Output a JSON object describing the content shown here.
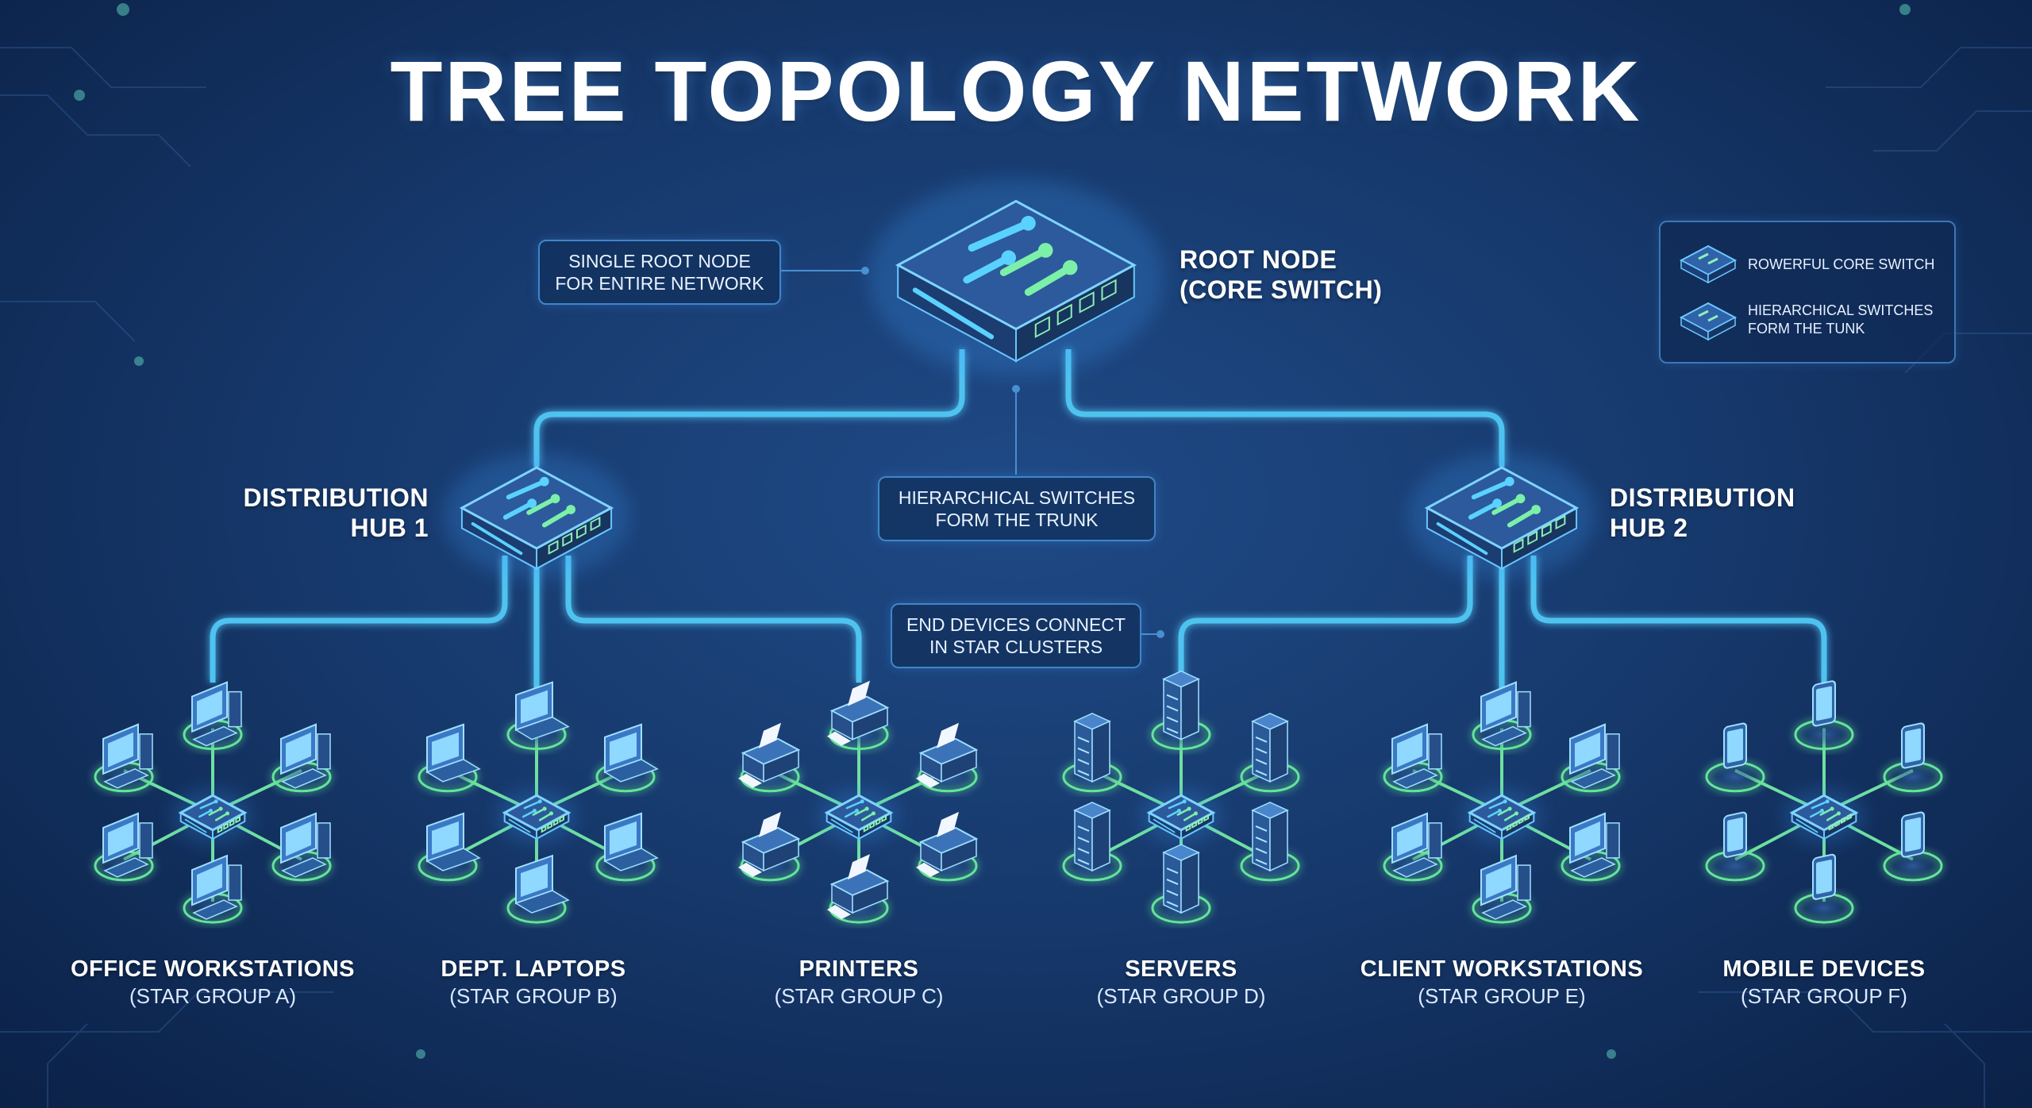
{
  "title": "TREE TOPOLOGY NETWORK",
  "root": {
    "label_line1": "ROOT NODE",
    "label_line2": "(CORE SWITCH)"
  },
  "hubs": [
    {
      "line1": "DISTRIBUTION",
      "line2": "HUB 1"
    },
    {
      "line1": "DISTRIBUTION",
      "line2": "HUB 2"
    }
  ],
  "callouts": {
    "root": [
      "SINGLE ROOT NODE",
      "FOR ENTIRE NETWORK"
    ],
    "trunk": [
      "HIERARCHICAL SWITCHES",
      "FORM THE TRUNK"
    ],
    "star": [
      "END DEVICES CONNECT",
      "IN STAR CLUSTERS"
    ]
  },
  "legend": [
    {
      "icon": "core-switch-icon",
      "line1": "ROWERFUL CORE SWITCH",
      "line2": ""
    },
    {
      "icon": "hierarchical-switch-icon",
      "line1": "HIERARCHICAL SWITCHES",
      "line2": "FORM THE TUNK"
    }
  ],
  "groups": [
    {
      "name": "OFFICE WORKSTATIONS",
      "sub": "(STAR GROUP A)",
      "device": "desktop"
    },
    {
      "name": "DEPT. LAPTOPS",
      "sub": "(STAR GROUP B)",
      "device": "laptop"
    },
    {
      "name": "PRINTERS",
      "sub": "(STAR GROUP C)",
      "device": "printer"
    },
    {
      "name": "SERVERS",
      "sub": "(STAR GROUP D)",
      "device": "server"
    },
    {
      "name": "CLIENT WORKSTATIONS",
      "sub": "(STAR GROUP E)",
      "device": "desktop"
    },
    {
      "name": "MOBILE DEVICES",
      "sub": "(STAR GROUP F)",
      "device": "mobile"
    }
  ],
  "colors": {
    "link": "#4fc3f0",
    "star_link": "#6fe0a0",
    "switch_top": "#2c5a9c",
    "switch_side": "#1c3d72",
    "arrow_blue": "#5ad2ff",
    "arrow_green": "#7cf0a8",
    "ring": "#63e49a"
  }
}
